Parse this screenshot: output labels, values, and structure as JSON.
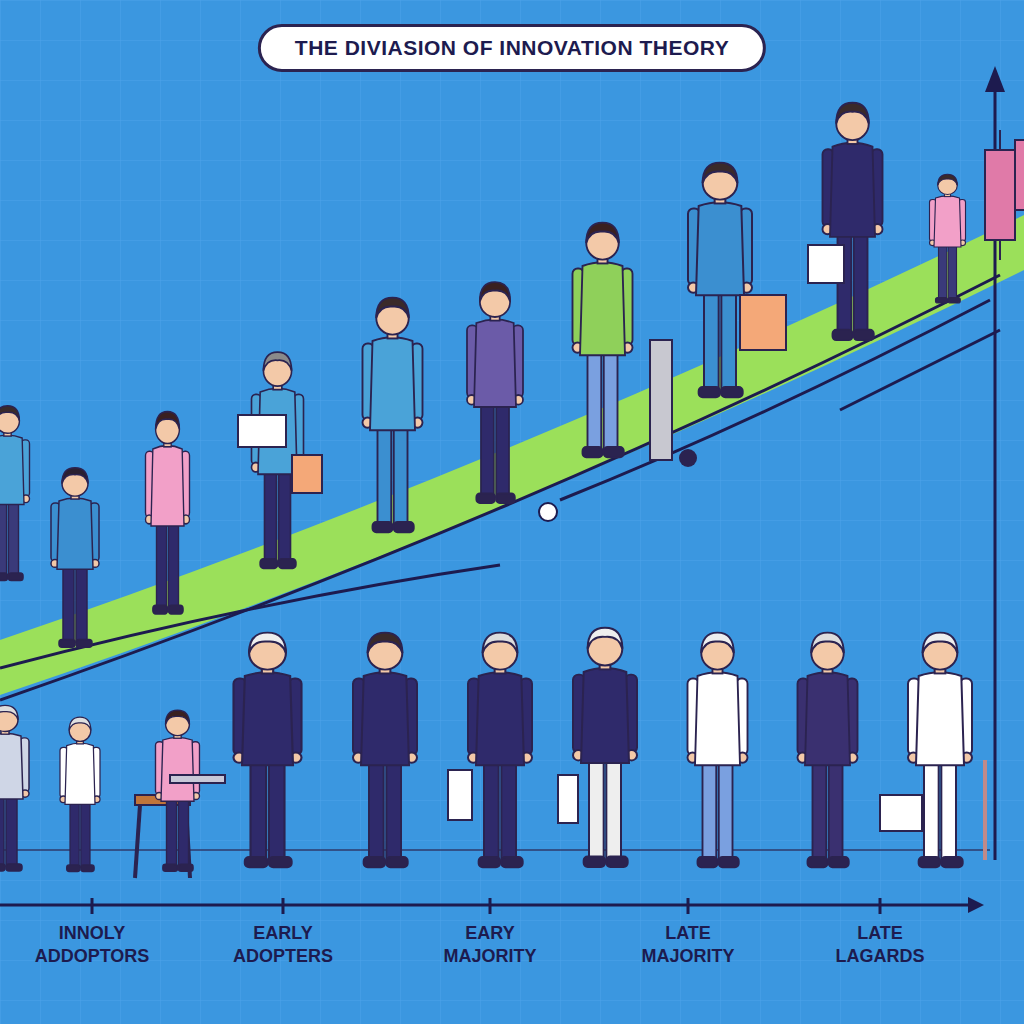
{
  "diagram": {
    "title": "THE DIVIASION OF INNOVATION THEORY",
    "labels": [
      "INNOLY ADDOPTORS",
      "EARLY ADOPTERS",
      "EARY MAJORITY",
      "LATE MAJORITY",
      "LATE LAGARDS"
    ]
  }
}
